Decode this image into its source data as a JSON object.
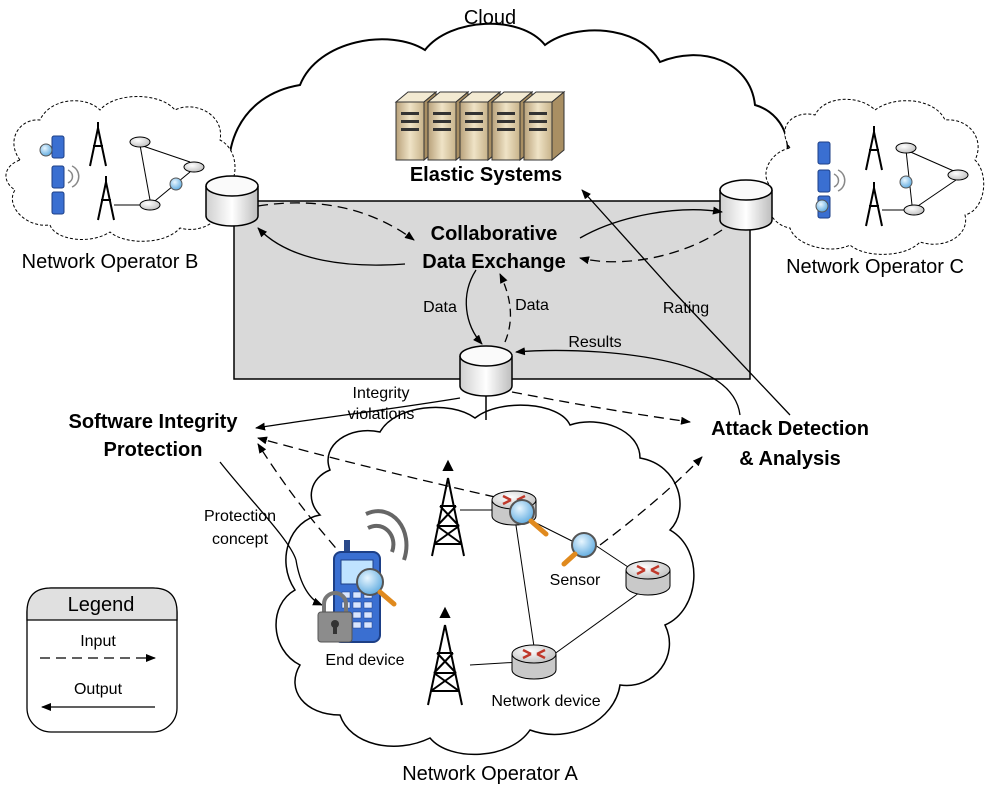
{
  "cloud": {
    "label": "Cloud"
  },
  "elastic_systems": {
    "label": "Elastic Systems"
  },
  "collaborative": {
    "line1": "Collaborative",
    "line2": "Data Exchange"
  },
  "operator_a": {
    "label": "Network Operator A"
  },
  "operator_b": {
    "label": "Network Operator B"
  },
  "operator_c": {
    "label": "Network Operator C"
  },
  "arrows": {
    "data_down": "Data",
    "data_up": "Data",
    "results": "Results",
    "rating": "Rating",
    "integrity_1": "Integrity",
    "integrity_2": "violations",
    "protection_1": "Protection",
    "protection_2": "concept"
  },
  "software_integrity": {
    "line1": "Software Integrity",
    "line2": "Protection"
  },
  "attack_detection": {
    "line1": "Attack Detection",
    "line2": "& Analysis"
  },
  "devices": {
    "sensor": "Sensor",
    "end_device": "End device",
    "network_device": "Network device"
  },
  "legend": {
    "title": "Legend",
    "input": "Input",
    "output": "Output"
  },
  "colors": {
    "exchange_box": "#d9d9d9",
    "router_red": "#c0392b",
    "magnifier": "#4aa3df"
  }
}
